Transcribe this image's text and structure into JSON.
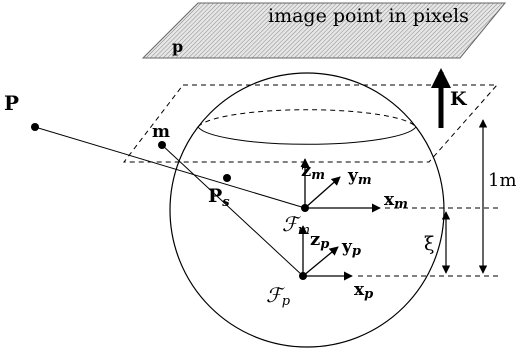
{
  "diagram": {
    "image_plane_caption": "image point in pixels",
    "labels": {
      "p_image": "p",
      "K": "K",
      "P": "P",
      "m": "m",
      "Ps_main": "P",
      "Ps_sub": "s",
      "zm_main": "z",
      "zm_sub": "m",
      "ym_main": "y",
      "ym_sub": "m",
      "xm_main": "x",
      "xm_sub": "m",
      "Fm_main": "ℱ",
      "Fm_sub": "m",
      "zp_main": "z",
      "zp_sub": "p",
      "yp_main": "y",
      "yp_sub": "p",
      "xp_main": "x",
      "xp_sub": "p",
      "Fp_main": "ℱ",
      "Fp_sub": "p",
      "one_m": "1m",
      "xi": "ξ"
    }
  }
}
